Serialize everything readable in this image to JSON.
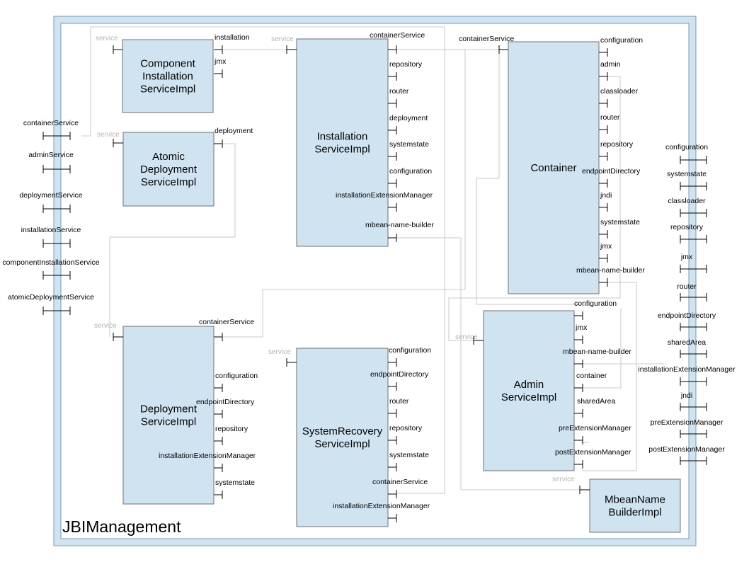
{
  "diagram": {
    "title": "JBIManagement",
    "service_label": "service",
    "colors": {
      "frame_fill": "#cfe3f1",
      "frame_stroke": "#7a9ab3",
      "component_fill": "#cfe3f1",
      "component_stroke": "#707070",
      "wire": "#c8c8c8"
    },
    "components": [
      {
        "id": "component-installation-service-impl",
        "lines": [
          "Component",
          "Installation",
          "ServiceImpl"
        ],
        "ports": [
          "installation",
          "jmx"
        ]
      },
      {
        "id": "atomic-deployment-service-impl",
        "lines": [
          "Atomic",
          "Deployment",
          "ServiceImpl"
        ],
        "ports": [
          "deployment"
        ]
      },
      {
        "id": "installation-service-impl",
        "lines": [
          "Installation",
          "ServiceImpl"
        ],
        "ports": [
          "containerService",
          "repository",
          "router",
          "deployment",
          "systemstate",
          "configuration",
          "installationExtensionManager",
          "mbean-name-builder"
        ]
      },
      {
        "id": "container",
        "lines": [
          "Container"
        ],
        "ports": [
          "containerService",
          "configuration",
          "admin",
          "classloader",
          "router",
          "repository",
          "endpointDirectory",
          "jndi",
          "systemstate",
          "jmx",
          "mbean-name-builder"
        ]
      },
      {
        "id": "deployment-service-impl",
        "lines": [
          "Deployment",
          "ServiceImpl"
        ],
        "ports": [
          "containerService",
          "configuration",
          "endpointDirectory",
          "repository",
          "installationExtensionManager",
          "systemstate"
        ]
      },
      {
        "id": "system-recovery-service-impl",
        "lines": [
          "SystemRecovery",
          "ServiceImpl"
        ],
        "ports": [
          "configuration",
          "endpointDirectory",
          "router",
          "repository",
          "systemstate",
          "containerService",
          "installationExtensionManager"
        ]
      },
      {
        "id": "admin-service-impl",
        "lines": [
          "Admin",
          "ServiceImpl"
        ],
        "ports": [
          "configuration",
          "jmx",
          "mbean-name-builder",
          "container",
          "sharedArea",
          "preExtensionManager",
          "postExtensionManager"
        ]
      },
      {
        "id": "mbean-name-builder-impl",
        "lines": [
          "MbeanName",
          "BuilderImpl"
        ],
        "ports": []
      }
    ],
    "left_services": [
      "containerService",
      "adminService",
      "deploymentService",
      "installationService",
      "componentInstallationService",
      "atomicDeploymentService"
    ],
    "right_references": [
      "configuration",
      "systemstate",
      "classloader",
      "repository",
      "jmx",
      "router",
      "endpointDirectory",
      "sharedArea",
      "installationExtensionManager",
      "jndi",
      "preExtensionManager",
      "postExtensionManager"
    ]
  }
}
